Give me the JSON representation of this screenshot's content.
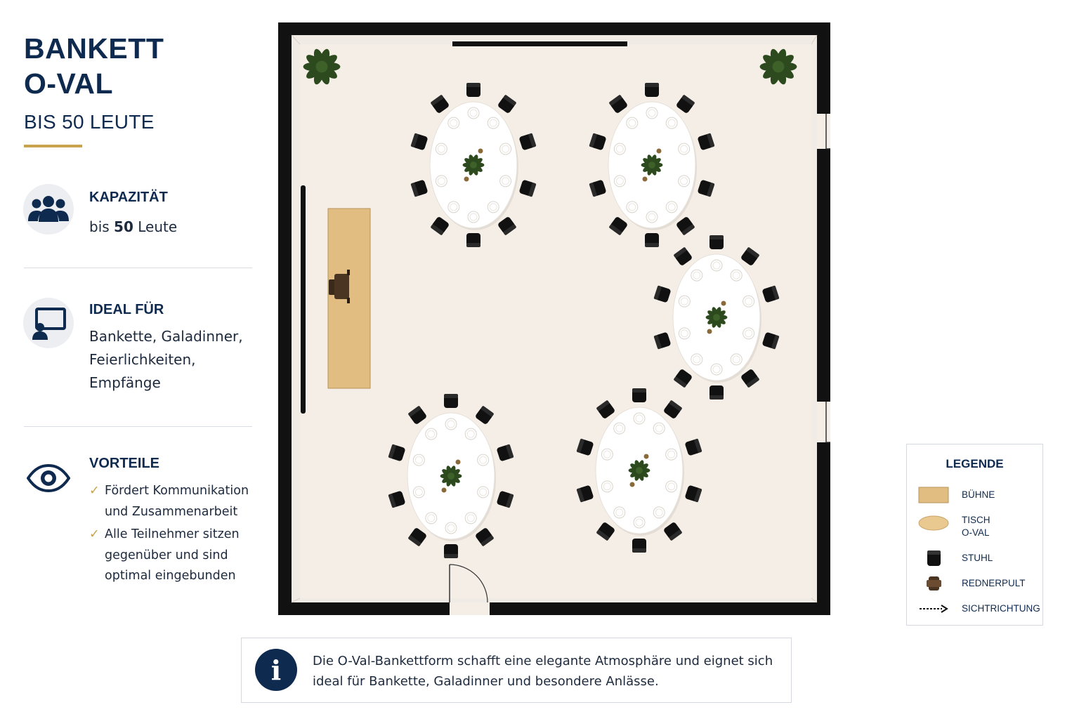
{
  "header": {
    "title_line1": "BANKETT",
    "title_line2": "O-VAL",
    "subtitle": "BIS 50 LEUTE"
  },
  "capacity": {
    "heading": "KAPAZITÄT",
    "prefix": "bis",
    "number": "50",
    "suffix": "Leute",
    "icon": "group-icon"
  },
  "ideal": {
    "heading": "IDEAL FÜR",
    "lines": [
      "Bankette, Galadinner,",
      "Feierlichkeiten,",
      "Empfänge"
    ],
    "icon": "presentation-icon"
  },
  "benefits": {
    "heading": "VORTEILE",
    "icon": "eye-icon",
    "items": [
      {
        "line1": "Fördert Kommunikation",
        "line2": "und Zusammenarbeit"
      },
      {
        "line1": "Alle Teilnehmer sitzen",
        "line2": "gegenüber und sind",
        "line3": "optimal eingebunden"
      }
    ]
  },
  "legend": {
    "title": "LEGENDE",
    "items": [
      {
        "symbol": "stage-swatch",
        "label": "BÜHNE"
      },
      {
        "symbol": "oval-table-swatch",
        "label_line1": "TISCH",
        "label_line2": "O-VAL"
      },
      {
        "symbol": "chair-icon",
        "label": "STUHL"
      },
      {
        "symbol": "lectern-icon",
        "label": "REDNERPULT"
      },
      {
        "symbol": "dotted-arrow-icon",
        "label": "SICHTRICHTUNG"
      }
    ]
  },
  "info": {
    "icon": "info-icon",
    "glyph": "i",
    "line1": "Die O-Val-Bankettform schafft eine elegante Atmosphäre und eignet sich",
    "line2": "ideal für Bankette, Galadinner und besondere Anlässe."
  },
  "floorplan": {
    "table_count": 5,
    "chairs_per_table": 10,
    "plants": 2,
    "doors": 3
  },
  "colors": {
    "navy": "#0f2a4f",
    "gold": "#c9a24e",
    "floor": "#f5eee6",
    "wall": "#111111",
    "stage": "#e2bd82",
    "table": "#ffffff",
    "chair": "#111111",
    "plant": "#2d4a1f"
  }
}
